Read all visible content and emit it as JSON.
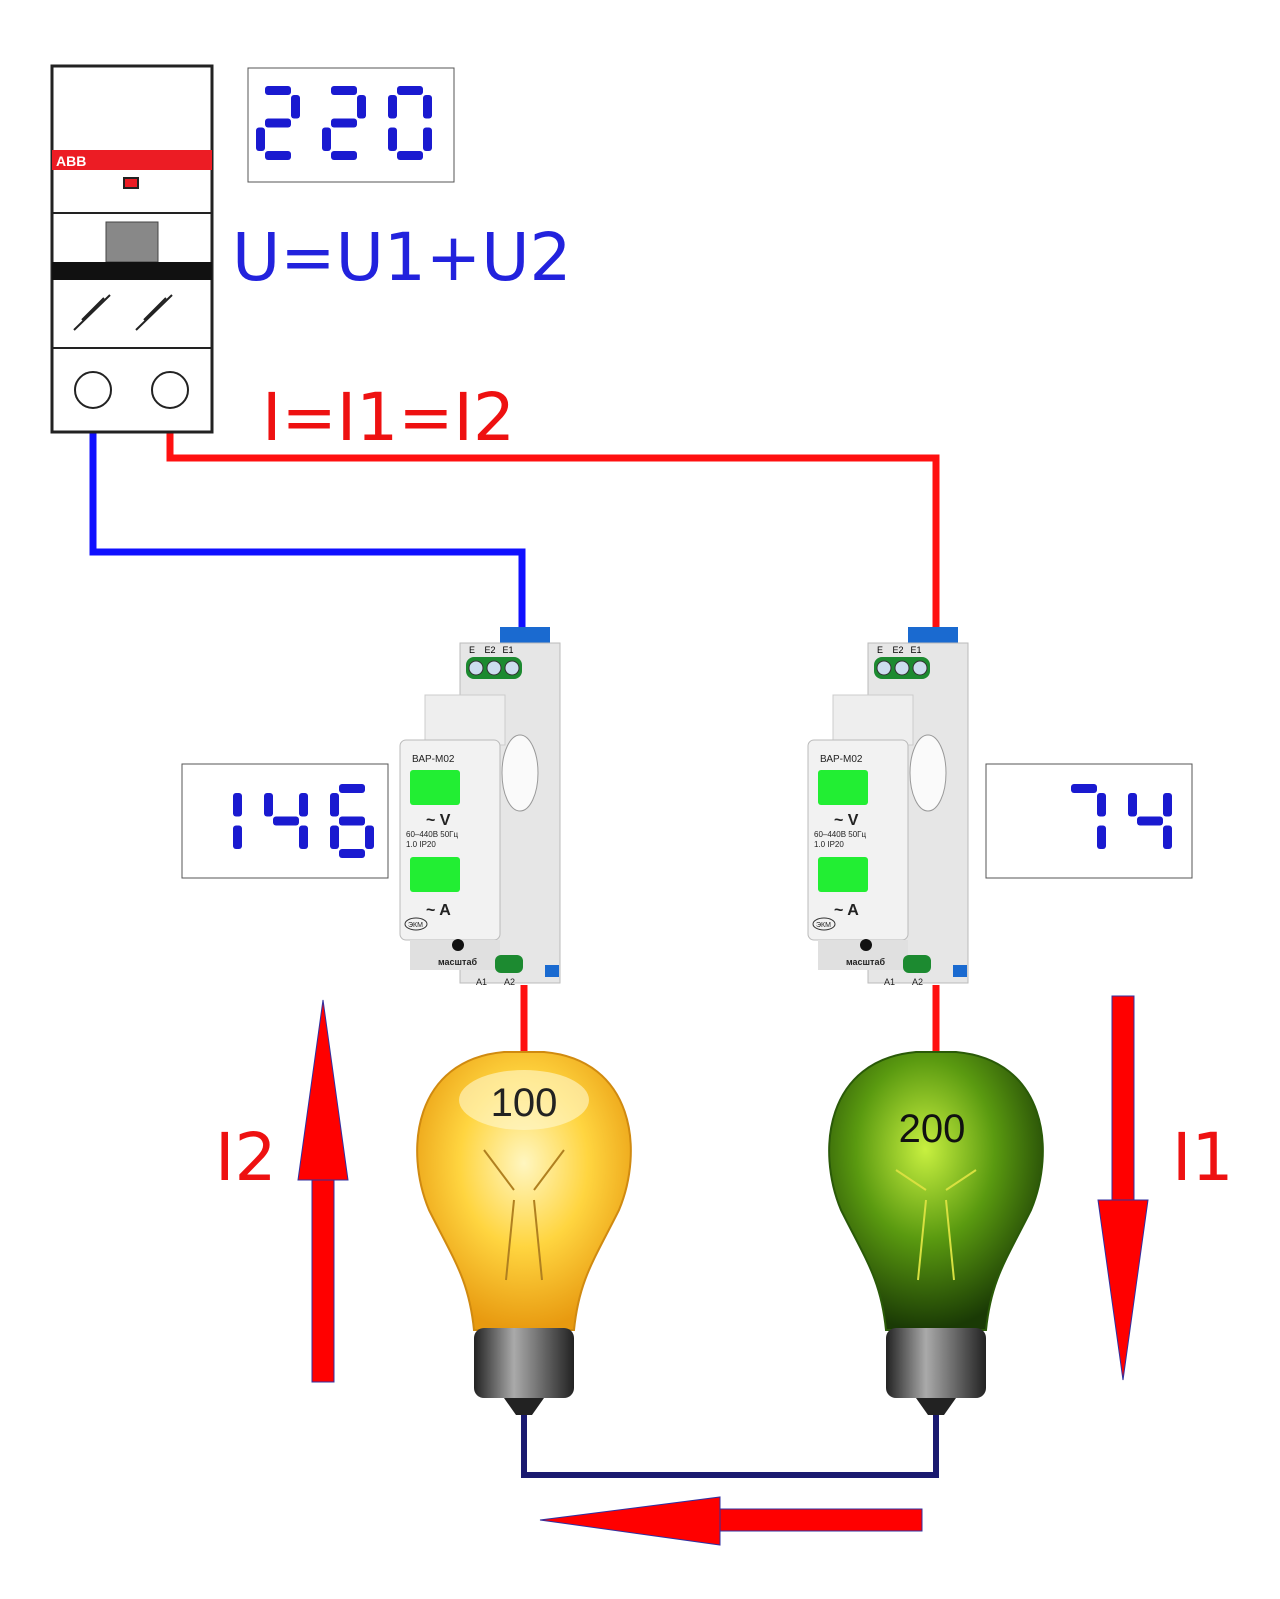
{
  "breaker": {
    "brand": "ABB"
  },
  "supply_display": {
    "value": "220"
  },
  "voltage_formula": "U=U1+U2",
  "current_formula": "I=I1=I2",
  "meters": [
    {
      "model": "ВАР-М02",
      "terminals_top": [
        "E",
        "E2",
        "E1"
      ],
      "volt_label": "~ V",
      "spec1": "60–440В 50Гц",
      "spec2": "1.0   IP20",
      "amp_label": "~ A",
      "logo": "ЭКМ",
      "button_label": "масштаб",
      "terminals_bottom": [
        "A1",
        "A2"
      ],
      "display": "146"
    },
    {
      "model": "ВАР-М02",
      "terminals_top": [
        "E",
        "E2",
        "E1"
      ],
      "volt_label": "~ V",
      "spec1": "60–440В 50Гц",
      "spec2": "1.0   IP20",
      "amp_label": "~ A",
      "logo": "ЭКМ",
      "button_label": "масштаб",
      "terminals_bottom": [
        "A1",
        "A2"
      ],
      "display": "74"
    }
  ],
  "bulbs": [
    {
      "label": "100",
      "color": "#f5c12a"
    },
    {
      "label": "200",
      "color": "#4a8a10"
    }
  ],
  "current_labels": {
    "left": "I2",
    "right": "I1"
  },
  "colors": {
    "digit": "#1a1ad0",
    "phase_wire": "#ff1010",
    "neutral_wire": "#1010ff",
    "return_wire": "#1a1a70",
    "formula_blue": "#2222dd",
    "formula_red": "#ee1111"
  }
}
